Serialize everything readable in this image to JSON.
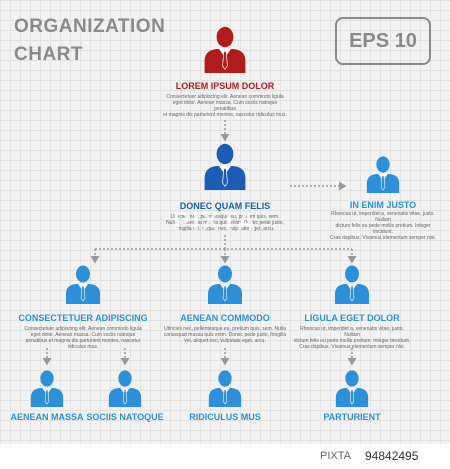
{
  "header": {
    "title_line1": "ORGANIZATION",
    "title_line2": "CHART",
    "badge": "EPS 10"
  },
  "colors": {
    "top": "#b01c1c",
    "mid": "#1c5db3",
    "light": "#2f8fd8",
    "arrow": "#999999"
  },
  "nodes": {
    "top": {
      "label": "LOREM IPSUM DOLOR",
      "text": "Consectetuer adipiscing elit. Aenean commodo ligula\neget dolor. Aenean massa. Cum sociis natoque penatibus\net magnis dis parturient montes, nascetur ridiculus mus."
    },
    "mid": {
      "label": "DONEC QUAM FELIS",
      "text": "Ultricies nec, pellentesque eu, pretium quis, sem.\nNulla consequat massa quis enim. Donec pede justo,\nfringilla vel, aliquet nec, vulputate eget, arcu."
    },
    "side": {
      "label": "IN ENIM JUSTO",
      "text": "Rhoncus ut, imperdiet a, venenatis vitae, justo. Nullam\ndictum felis eu pede mollis pretium. Integer tincidunt.\nCras dapibus. Vivamus elementum semper nisi."
    },
    "left": {
      "label": "CONSECTETUER ADIPISCING",
      "text": "Consectetuer adipiscing elit. Aenean commodo ligula\neget dolor. Aenean massa. Cum sociis natoque\npenatibus et magnis dis parturient montes, nascetur ridiculus mus."
    },
    "center": {
      "label": "AENEAN COMMODO",
      "text": "Ultricies nec, pellentesque eu, pretium quis, sem. Nulla\nconsequat massa quis enim. Donec pede justo, fringilla\nvel, aliquet nec, vulputate eget, arcu."
    },
    "right": {
      "label": "LIGULA EGET DOLOR",
      "text": "Rhoncus ut, imperdiet a, venenatis vitae, justo. Nullam\ndictum felis eu pede mollis pretium. Integer tincidunt.\nCras dapibus. Vivamus elementum semper nisi."
    },
    "b1": {
      "label": "AENEAN MASSA"
    },
    "b2": {
      "label": "SOCIIS NATOQUE"
    },
    "b3": {
      "label": "RIDICULUS MUS"
    },
    "b4": {
      "label": "PARTURIENT"
    }
  },
  "watermark": "PIXTA",
  "footer": {
    "brand": "PIXTA",
    "id": "94842495"
  }
}
